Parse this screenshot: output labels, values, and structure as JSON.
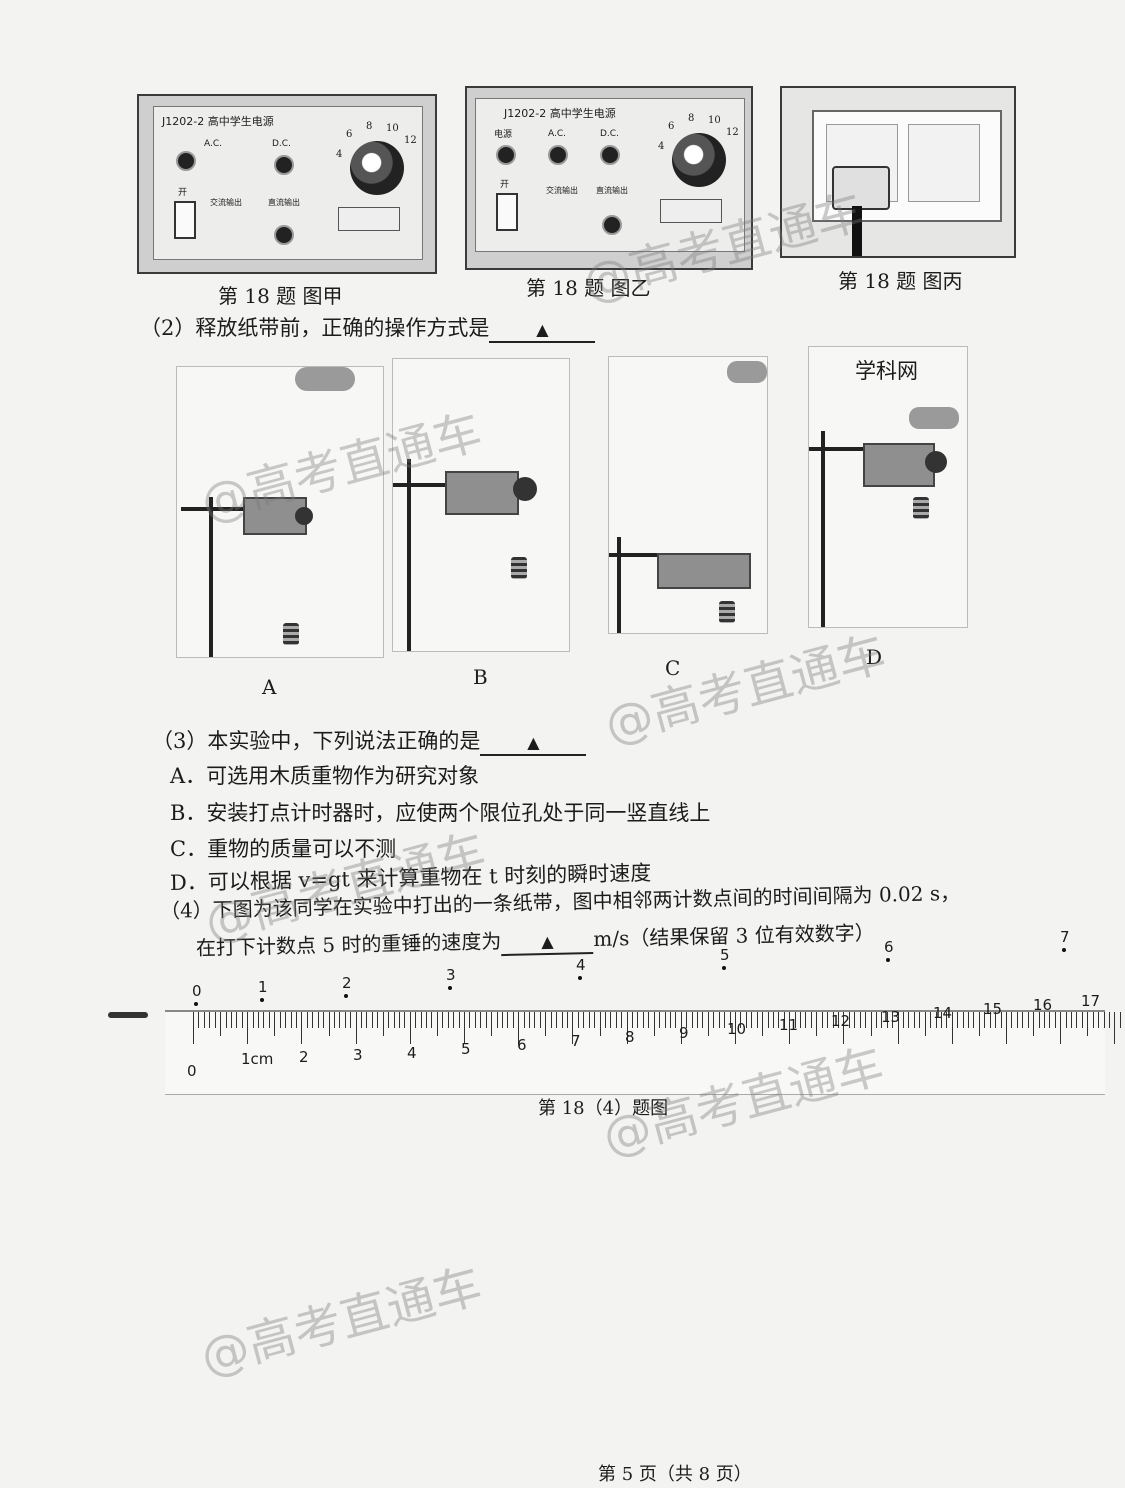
{
  "photos": {
    "jia": {
      "caption": "第 18 题 图甲",
      "brand": "J1202-2 高中学生电源",
      "labels": [
        "A.C.",
        "D.C.",
        "开",
        "交流输出",
        "直流输出"
      ],
      "dial": [
        "4",
        "6",
        "8",
        "10",
        "12"
      ]
    },
    "yi": {
      "caption": "第 18 题 图乙",
      "brand": "J1202-2 高中学生电源",
      "labels": [
        "电源",
        "A.C.",
        "D.C.",
        "开",
        "交流输出",
        "直流输出"
      ],
      "dial": [
        "4",
        "6",
        "8",
        "10",
        "12"
      ]
    },
    "bing": {
      "caption": "第 18 题 图丙"
    }
  },
  "q2": {
    "text": "（2）释放纸带前，正确的操作方式是",
    "blank": "▲"
  },
  "options_figure": {
    "labels": [
      "A",
      "B",
      "C",
      "D"
    ],
    "logo": "学科网"
  },
  "q3": {
    "text": "（3）本实验中，下列说法正确的是",
    "blank": "▲",
    "choices": [
      "A．可选用木质重物作为研究对象",
      "B．安装打点计时器时，应使两个限位孔处于同一竖直线上",
      "C．重物的质量可以不测",
      "D．可以根据 v=gt 来计算重物在 t 时刻的瞬时速度"
    ]
  },
  "q4": {
    "line1": "（4）下图为该同学在实验中打出的一条纸带，图中相邻两计数点间的时间间隔为 0.02 s，",
    "line2_pre": "在打下计数点 5 时的重锤的速度为",
    "blank": "▲",
    "line2_post": "m/s（结果保留 3 位有效数字）"
  },
  "tape_points": [
    "0",
    "1",
    "2",
    "3",
    "4",
    "5",
    "6",
    "7"
  ],
  "ruler": {
    "numbers": [
      "0",
      "1cm",
      "2",
      "3",
      "4",
      "5",
      "6",
      "7",
      "8",
      "9",
      "10",
      "11",
      "12",
      "13",
      "14",
      "15",
      "16",
      "17"
    ]
  },
  "figure_caption": "第 18（4）题图",
  "footer": "第 5 页（共 8 页）",
  "watermark": "@高考直通车"
}
